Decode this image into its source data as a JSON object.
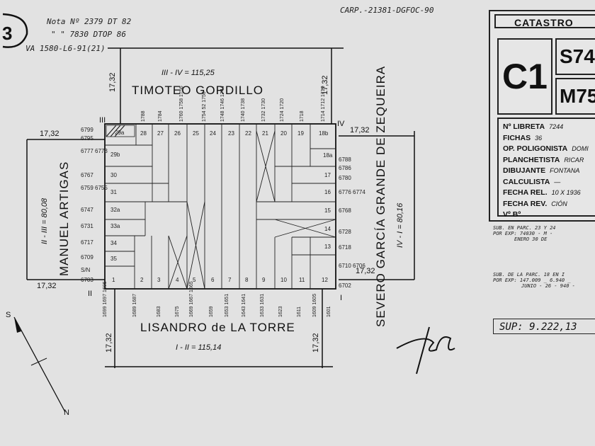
{
  "header_notes": {
    "sheet_number": "3",
    "nota_line1": "Nota Nº 2379 DT 82",
    "nota_line2": "\" \" 7830 DTOP 86",
    "ref_left": "VA 1580-L6-91(21)",
    "ref_top": "CARP.-21381-DGFOC-90"
  },
  "streets": {
    "north": {
      "name": "TIMOTEO GORDILLO",
      "side": "III - IV = 115,25"
    },
    "south": {
      "name": "LISANDRO de LA TORRE",
      "side": "I - II = 115,14"
    },
    "west": {
      "name": "MANUEL ARTIGAS",
      "side": "II - III = 80,08"
    },
    "east": {
      "name": "SEVERO GARCÍA GRANDE DE ZEQUEIRA",
      "side": "IV - I = 80,16"
    }
  },
  "dimensions": {
    "corner_nw_top": "17,32",
    "corner_nw_side": "17,32",
    "corner_ne_top": "17,32",
    "corner_ne_side": "17,32",
    "corner_sw_side": "17,32",
    "corner_sw_bottom": "17,32",
    "corner_se_bottom": "17,32",
    "corner_se_side": "17,32"
  },
  "vertices": {
    "v1": "I",
    "v2": "II",
    "v3": "III",
    "v4": "IV"
  },
  "house_numbers": {
    "north": [
      "1788",
      "1784",
      "1760 1758 1756",
      "1754 52 1750",
      "1748 1746 1744",
      "1740 1738",
      "1732 1730",
      "1724 1720",
      "1718",
      "1714 1712 1710"
    ],
    "south": [
      "1699 1697 1695",
      "1689 1687",
      "1683",
      "1675",
      "1669 1667 1665",
      "1659",
      "1653 1651",
      "1643 1641",
      "1633 1631",
      "1623",
      "1611",
      "1609 1605",
      "1601"
    ],
    "west": [
      "6799",
      "6795",
      "6777 6773",
      "6767",
      "6759 6755",
      "6747",
      "6731",
      "6717",
      "6709",
      "S/N",
      "6703"
    ],
    "east": [
      "6788",
      "6786",
      "6780",
      "6776 6774",
      "6768",
      "6728",
      "6718",
      "6710 6706",
      "6702"
    ]
  },
  "lots": {
    "north": [
      "28",
      "27",
      "26",
      "25",
      "24",
      "23",
      "22",
      "21",
      "20",
      "19",
      "18b"
    ],
    "west": [
      "29a",
      "29b",
      "30",
      "31",
      "32a",
      "33a",
      "34",
      "35"
    ],
    "south": [
      "1",
      "2",
      "3",
      "4",
      "5",
      "6",
      "7",
      "8",
      "9",
      "10",
      "11",
      "12"
    ],
    "east": [
      "18a",
      "17",
      "16",
      "15",
      "14",
      "13"
    ]
  },
  "catastro": {
    "title": "CATASTRO",
    "circ": "C1",
    "seccion": "S74",
    "manzana": "M75",
    "rows": [
      {
        "label": "Nº LIBRETA",
        "value": "7244"
      },
      {
        "label": "FICHAS",
        "value": "36"
      },
      {
        "label": "OP. POLIGONISTA",
        "value": "DOMI"
      },
      {
        "label": "PLANCHETISTA",
        "value": "RICAR"
      },
      {
        "label": "DIBUJANTE",
        "value": "FONTANA"
      },
      {
        "label": "CALCULISTA",
        "value": "—"
      },
      {
        "label": "FECHA REL.",
        "value": "10 X 1936"
      },
      {
        "label": "FECHA REV.",
        "value": "CIÓN"
      },
      {
        "label": "Vº Bº",
        "value": ""
      }
    ]
  },
  "side_notes": {
    "note1": [
      "SUB. EN PARC. 23 Y 24",
      "POR EXP: 74030 - M -",
      "ENERO 30 DE"
    ],
    "note2": [
      "SUB. DE LA PARC. 18 EN I",
      "POR EXP: 147.009 _ 6.940 _",
      "JUNIO - 26 - 940 -"
    ]
  },
  "surface": "SUP: 9.222,13",
  "compass": {
    "north_letter": "S",
    "south_letter": "N"
  }
}
